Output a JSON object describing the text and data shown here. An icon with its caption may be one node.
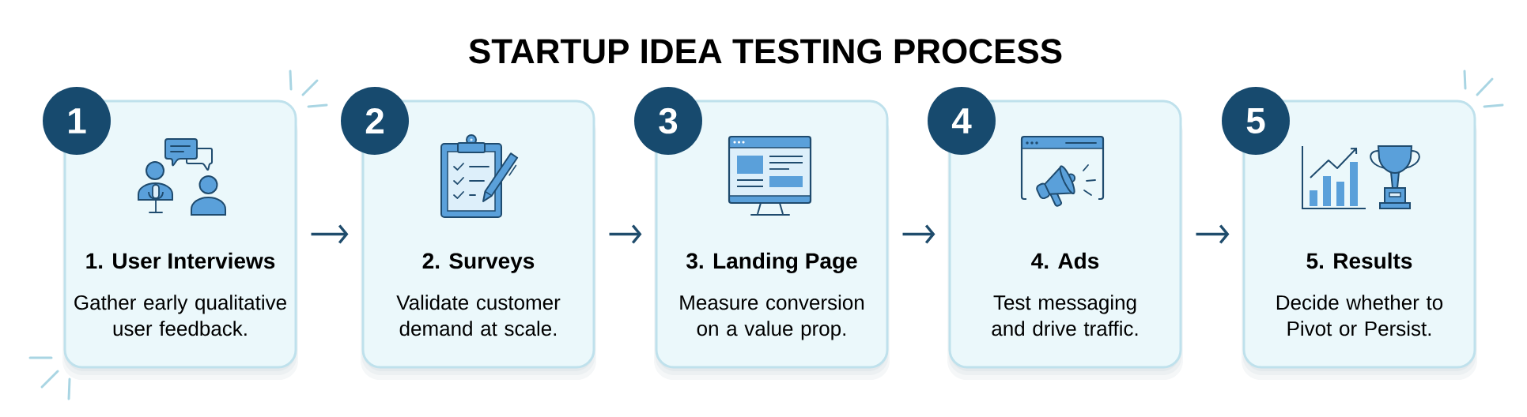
{
  "diagram": {
    "title": "STARTUP IDEA TESTING PROCESS",
    "nodes": [
      {
        "text": [
          "1"
        ]
      },
      {
        "text": [
          "1. User Interviews",
          "Gather early qualitative user feedback."
        ]
      },
      {
        "text": [
          "2"
        ]
      },
      {
        "text": [
          "2. Surveys",
          "Validate customer demand at scale."
        ]
      },
      {
        "text": [
          "3"
        ]
      },
      {
        "text": [
          "3. Landing Page",
          "Measure conversion on a value prop."
        ]
      },
      {
        "text": [
          "4"
        ]
      },
      {
        "text": [
          "4. Ads",
          "Test messaging and drive traffic."
        ]
      },
      {
        "text": [
          "5"
        ]
      },
      {
        "text": [
          "5. Results",
          "Decide whether to Pivot or Persist."
        ]
      }
    ],
    "edges": [
      {
        "from": 1,
        "to": 3,
        "arrow": "to"
      },
      {
        "from": 3,
        "to": 5,
        "arrow": "to"
      },
      {
        "from": 5,
        "to": 7,
        "arrow": "to"
      },
      {
        "from": 7,
        "to": 9,
        "arrow": "to"
      }
    ]
  }
}
